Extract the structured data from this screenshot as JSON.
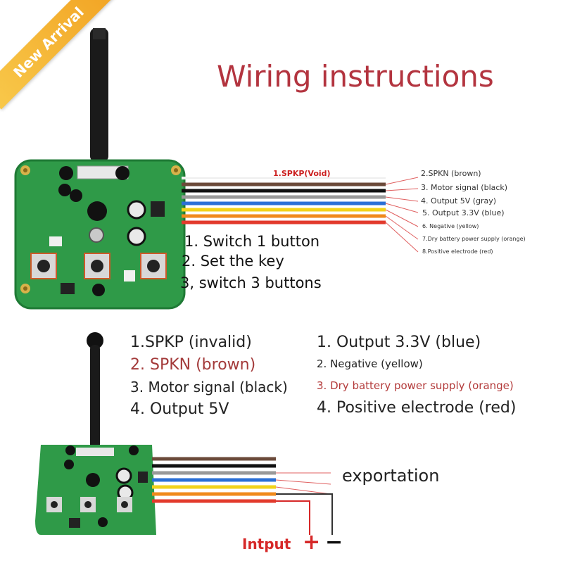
{
  "banner": {
    "text": "New Arrival",
    "color": "#f4b334"
  },
  "title": "Wiring instructions",
  "top_wires": [
    {
      "label": "1.SPKP(Void)",
      "color": "#ffffff",
      "highlight": true
    },
    {
      "label": "2.SPKN (brown)",
      "color": "#6b4a3a"
    },
    {
      "label": "3. Motor signal (black)",
      "color": "#111111"
    },
    {
      "label": "4. Output 5V (gray)",
      "color": "#999999"
    },
    {
      "label": "5. Output 3.3V (blue)",
      "color": "#2a6fd6"
    },
    {
      "label": "6. Negative (yellow)",
      "color": "#f2d21b"
    },
    {
      "label": "7.Dry battery power supply (orange)",
      "color": "#f08a1c"
    },
    {
      "label": "8.Positive electrode (red)",
      "color": "#e23a2c"
    }
  ],
  "button_labels": [
    "1. Switch 1 button",
    "2. Set the key",
    "3, switch 3 buttons"
  ],
  "left_list": [
    {
      "text": "1.SPKP (invalid)",
      "color": "#222222"
    },
    {
      "text": "2. SPKN (brown)",
      "color": "#a33a3a"
    },
    {
      "text": "3. Motor signal (black)",
      "color": "#222222"
    },
    {
      "text": "4. Output 5V",
      "color": "#222222"
    }
  ],
  "right_list": [
    {
      "text": "1. Output 3.3V (blue)",
      "color": "#222222",
      "size": "lg"
    },
    {
      "text": "2. Negative (yellow)",
      "color": "#222222",
      "size": "sm"
    },
    {
      "text": "3. Dry battery power supply (orange)",
      "color": "#b33a3a",
      "size": "sm"
    },
    {
      "text": "4. Positive electrode (red)",
      "color": "#222222",
      "size": "lg"
    }
  ],
  "exportation": "exportation",
  "input_label": "Intput",
  "plus_sign": "+",
  "minus_sign": "−",
  "colors": {
    "pcb": "#2f9a48",
    "pcb_dark": "#1f7a35",
    "title": "#b3343f",
    "accent_red": "#d62828"
  }
}
